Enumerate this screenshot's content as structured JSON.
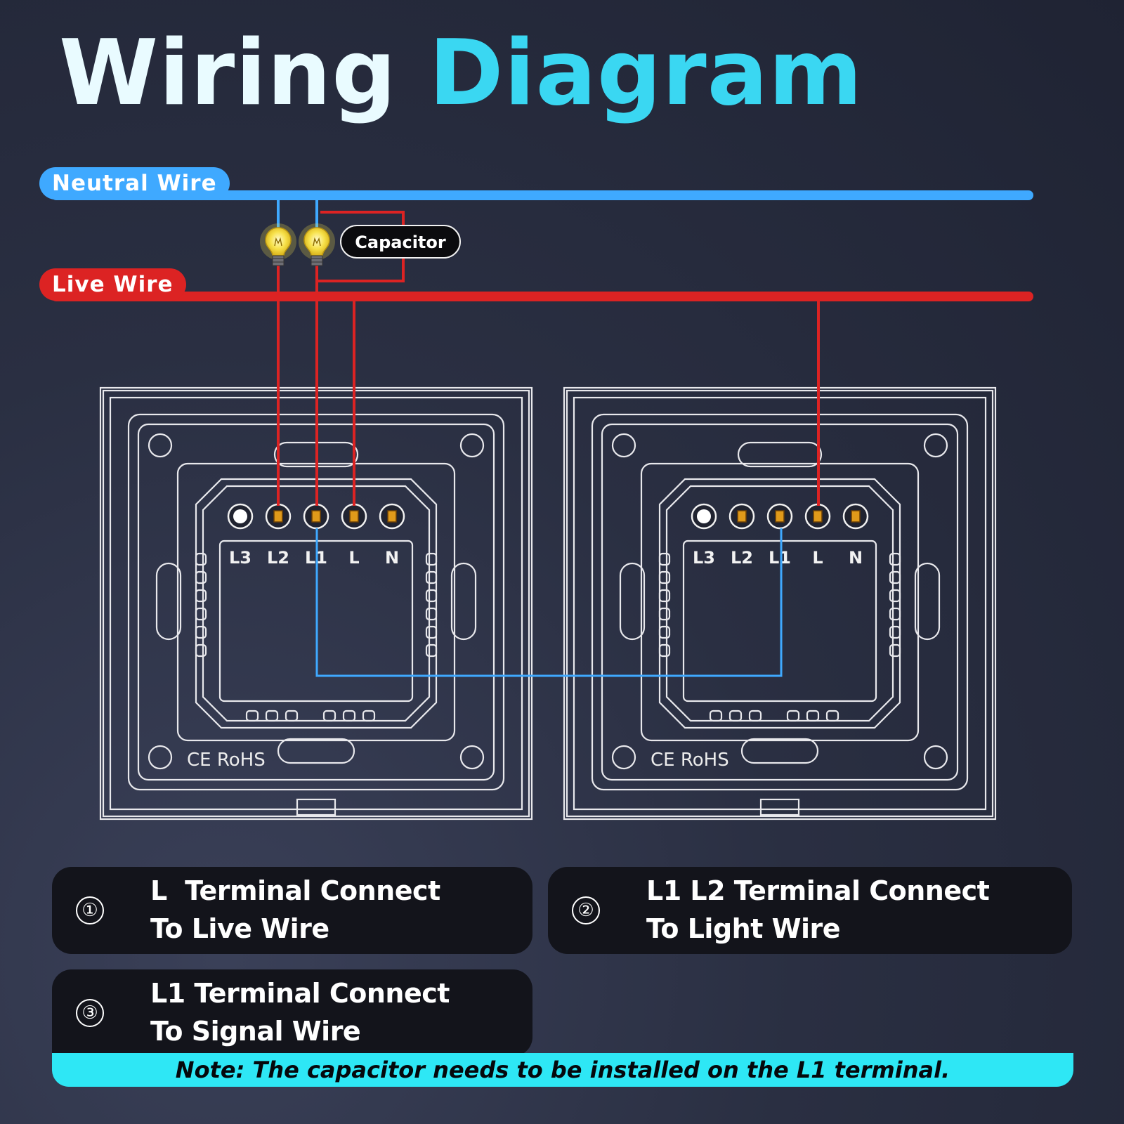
{
  "title": {
    "word1": "Wiring",
    "word2": "Diagram"
  },
  "wires": {
    "neutral_label": "Neutral Wire",
    "live_label": "Live Wire",
    "capacitor_label": "Capacitor",
    "neutral_color": "#3fa9ff",
    "live_color": "#dc2323"
  },
  "switches": [
    {
      "terminals": [
        "L3",
        "L2",
        "L1",
        "L",
        "N"
      ],
      "marks": "CE RoHS"
    },
    {
      "terminals": [
        "L3",
        "L2",
        "L1",
        "L",
        "N"
      ],
      "marks": "CE RoHS"
    }
  ],
  "steps": [
    {
      "num": "①",
      "line1": "L  Terminal Connect",
      "line2": "To Live Wire"
    },
    {
      "num": "②",
      "line1": "L1 L2 Terminal Connect",
      "line2": "To Light Wire"
    },
    {
      "num": "③",
      "line1": "L1 Terminal Connect",
      "line2": "To Signal Wire"
    }
  ],
  "note": "Note: The capacitor needs to be installed on the L1 terminal.",
  "icons": [
    "light-bulb-icon",
    "light-bulb-icon"
  ]
}
